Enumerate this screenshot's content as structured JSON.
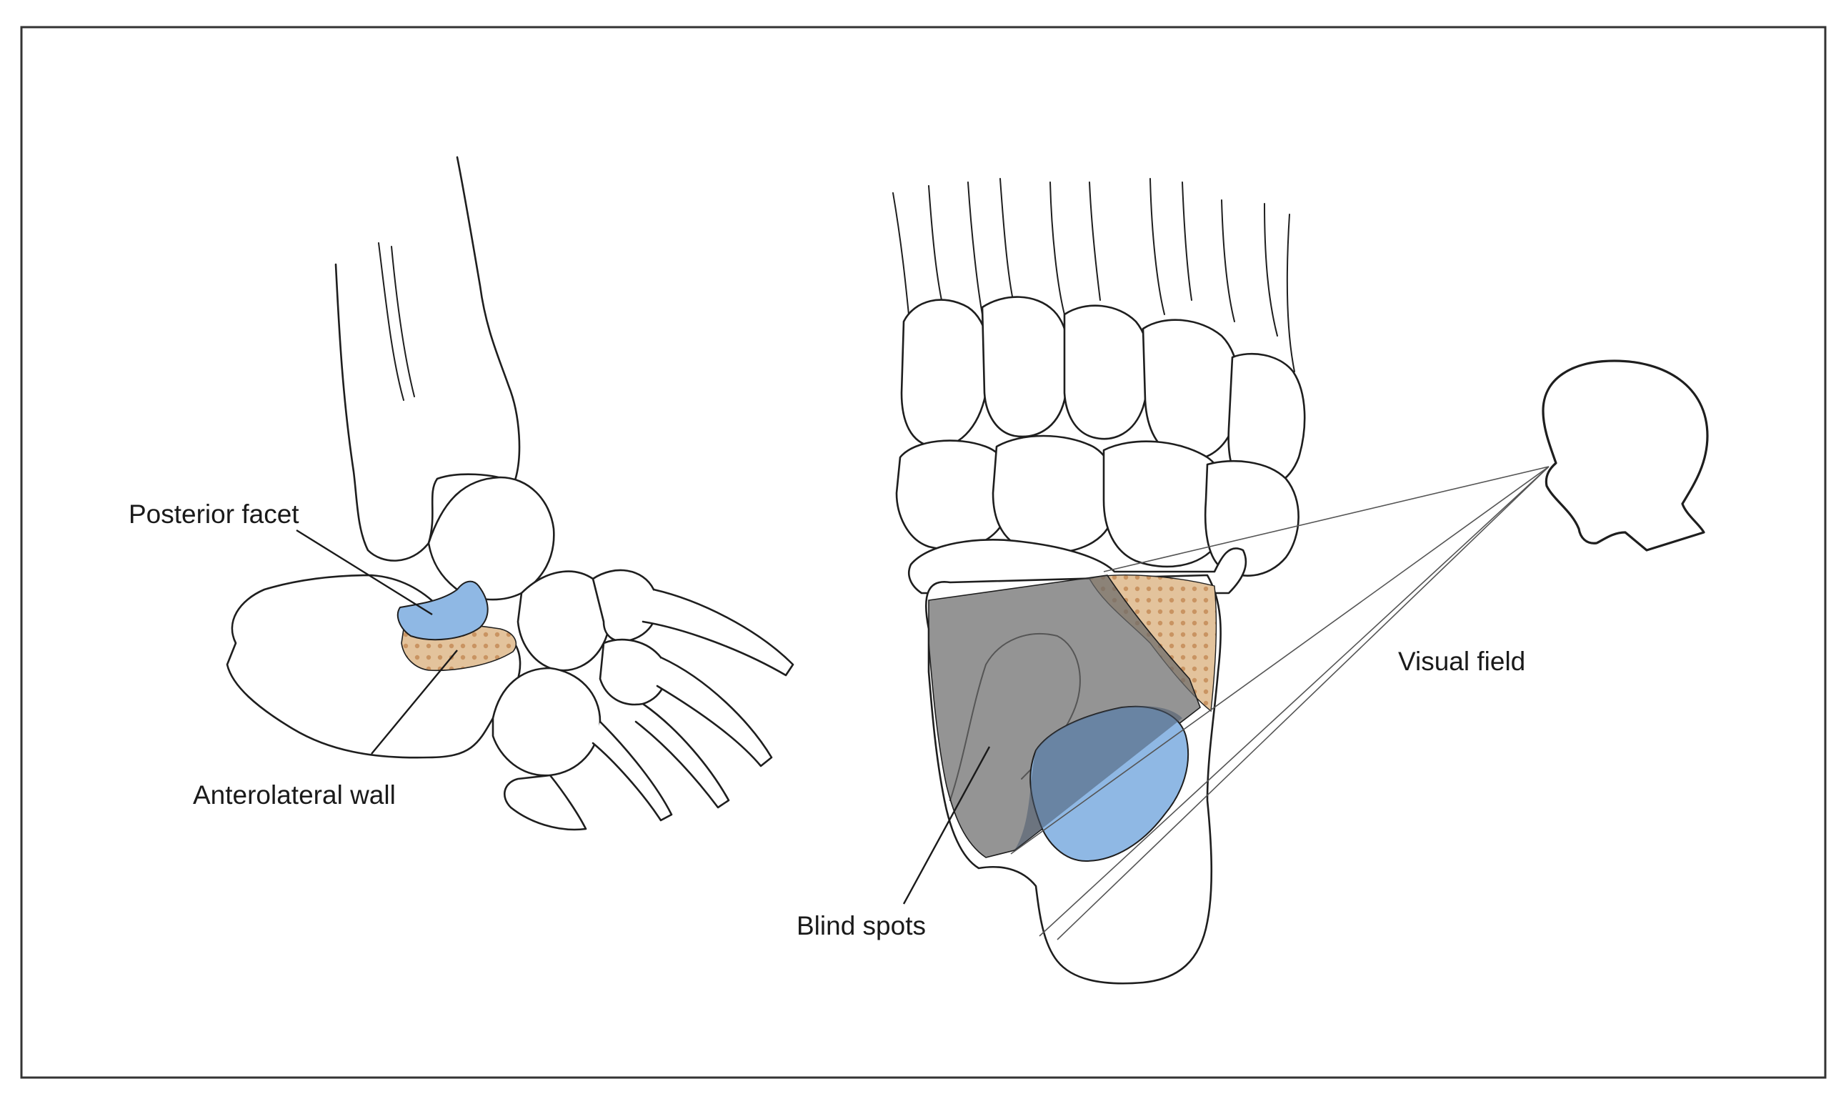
{
  "labels": {
    "posterior_facet": "Posterior facet",
    "anterolateral_wall": "Anterolateral wall",
    "blind_spots": "Blind spots",
    "visual_field": "Visual field"
  },
  "colors": {
    "posterior_facet_fill": "#8fb8e4",
    "anterolateral_wall_fill": "#e3c39c",
    "blind_spot_shade": "#6b6b6b",
    "line": "#1e1e1e",
    "frame": "#333333"
  },
  "icons": {
    "observer": "head-profile-icon"
  }
}
